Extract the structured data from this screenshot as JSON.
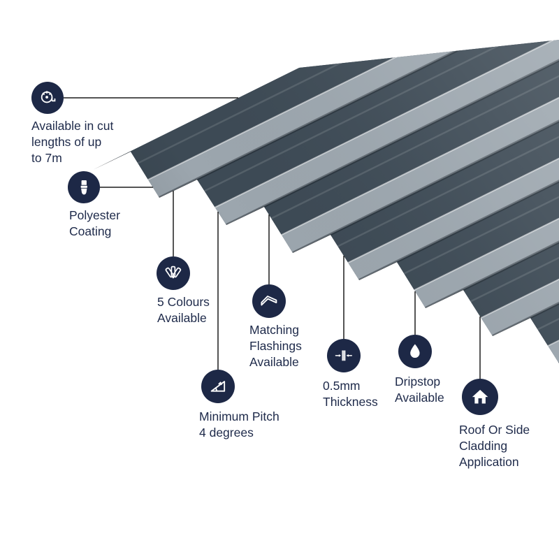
{
  "colors": {
    "background": "#ffffff",
    "icon_bg": "#1d2846",
    "text": "#1e2a4a",
    "line": "#1c1c1c",
    "sheet_dark": "#3d4a55",
    "sheet_light": "#9ca6ae",
    "sheet_base": "#49545e",
    "sheet_tan": "#b2977c"
  },
  "features": [
    {
      "id": "cut-lengths",
      "icon": "tape-measure-icon",
      "label": "Available in cut\nlengths of up\nto 7m"
    },
    {
      "id": "polyester-coating",
      "icon": "paintbrush-icon",
      "label": "Polyester\nCoating"
    },
    {
      "id": "five-colours",
      "icon": "colour-fan-icon",
      "label": "5 Colours\nAvailable"
    },
    {
      "id": "matching-flashings",
      "icon": "flashing-icon",
      "label": "Matching\nFlashings\nAvailable"
    },
    {
      "id": "minimum-pitch",
      "icon": "angle-pitch-icon",
      "label": "Minimum Pitch\n4 degrees"
    },
    {
      "id": "thickness",
      "icon": "thickness-icon",
      "label": "0.5mm\nThickness"
    },
    {
      "id": "dripstop",
      "icon": "water-drop-icon",
      "label": "Dripstop\nAvailable"
    },
    {
      "id": "cladding-application",
      "icon": "house-icon",
      "label": "Roof Or Side\nCladding\nApplication"
    }
  ]
}
